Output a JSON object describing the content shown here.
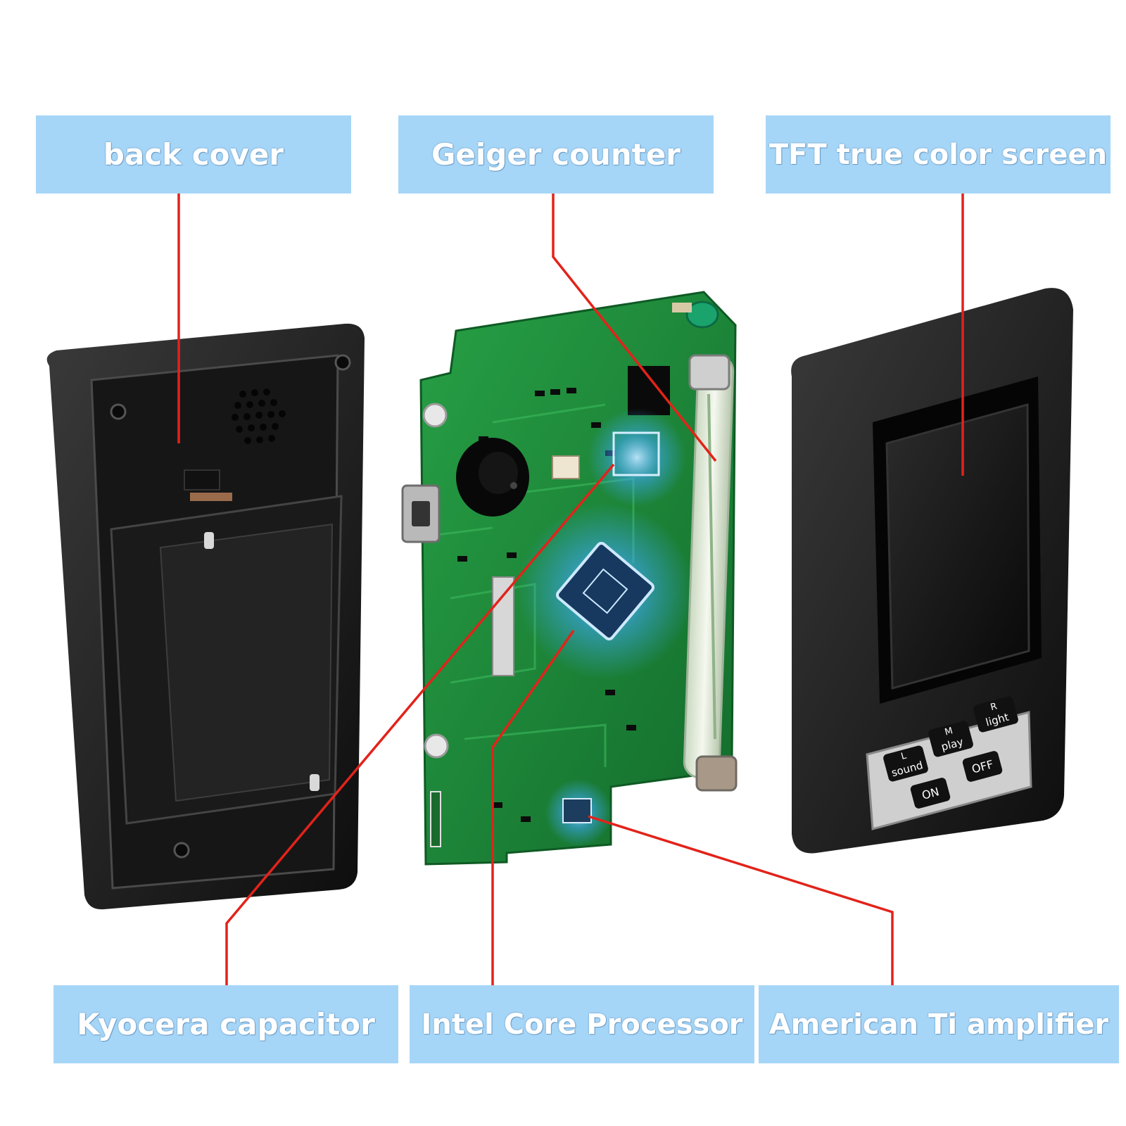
{
  "labels": {
    "back_cover": "back cover",
    "geiger_counter": "Geiger counter",
    "tft_screen": "TFT true color screen",
    "kyocera_capacitor": "Kyocera capacitor",
    "intel_processor": "Intel Core Processor",
    "ti_amplifier": "American Ti amplifier"
  },
  "device_buttons": {
    "left": [
      "L",
      "sound"
    ],
    "middle": [
      "M",
      "play"
    ],
    "right": [
      "R",
      "light"
    ],
    "on": "ON",
    "off": "OFF"
  },
  "colors": {
    "label_bg": "#a6d6f7",
    "label_text": "#ffffff",
    "leader_line": "#e2231a",
    "pcb": "#1f8a3b",
    "housing": "#1c1c1c",
    "glow": "#3fa9ff"
  },
  "icons": [
    "speaker-grille-icon",
    "buzzer-icon",
    "usb-port-icon",
    "chip-glow-icon"
  ]
}
